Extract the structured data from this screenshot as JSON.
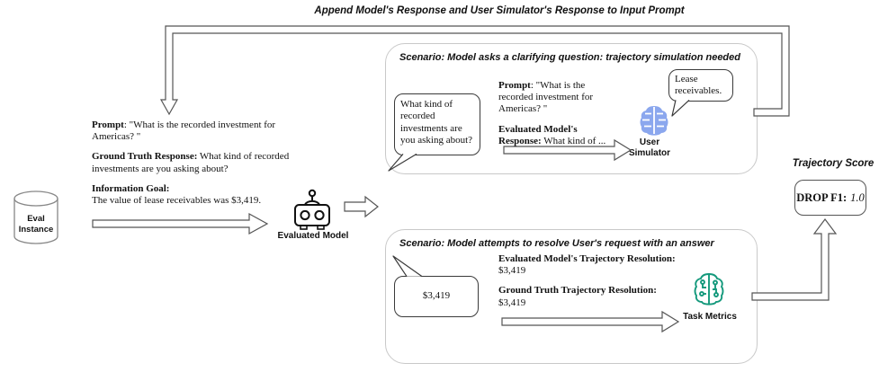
{
  "title": "Append Model's Response and User Simulator's Response to Input Prompt",
  "eval_instance": {
    "label": "Eval Instance"
  },
  "input_block": {
    "prompt_label": "Prompt",
    "prompt_text": ": \"What is the recorded investment for Americas? \"",
    "ground_truth_label": "Ground Truth Response:",
    "ground_truth_text": " What kind of recorded investments are you asking about?",
    "info_goal_label": "Information Goal:",
    "info_goal_text": "The value of lease receivables was $3,419."
  },
  "evaluated_model": {
    "label": "Evaluated Model"
  },
  "scenario_clarify": {
    "title": "Scenario: Model asks a clarifying question: trajectory simulation needed",
    "bubble": "What kind of recorded investments are you asking about?",
    "prompt_label": "Prompt",
    "prompt_text": ": \"What is the recorded investment for Americas? \"",
    "response_label": "Evaluated Model's Response:",
    "response_text": " What kind of ...",
    "simulator_label": "User Simulator",
    "sim_bubble": "Lease receivables."
  },
  "scenario_answer": {
    "title": "Scenario: Model attempts to resolve User's request with an answer",
    "bubble": "$3,419",
    "model_res_label": "Evaluated Model's Trajectory Resolution:",
    "model_res_value": "$3,419",
    "gt_res_label": "Ground Truth Trajectory Resolution:",
    "gt_res_value": "$3,419",
    "metrics_label": "Task Metrics"
  },
  "score": {
    "title": "Trajectory Score",
    "metric_label": "DROP F1:",
    "metric_value": "1.0"
  },
  "icons": {
    "user_simulator": "brain-icon",
    "task_metrics": "circuit-brain-icon",
    "evaluated_model": "robot-icon",
    "eval_instance": "database-cylinder-icon"
  },
  "colors": {
    "simulator_brain": "#8ba7ee",
    "metrics_brain": "#14997c",
    "box_border": "#c9c9c9",
    "arrow_outline": "#555555"
  }
}
